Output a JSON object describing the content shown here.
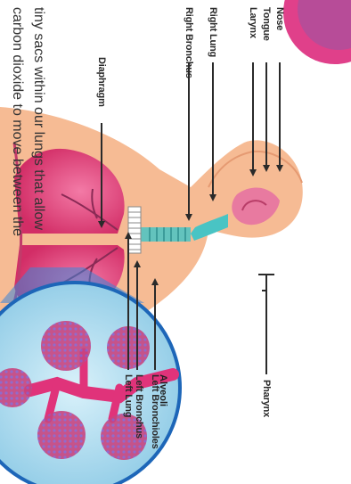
{
  "labels": {
    "nose": "Nose",
    "tongue": "Tongue",
    "larynx": "Larynx",
    "right_lung": "Right Lung",
    "right_bronchus": "Right Bronchus",
    "diaphragm": "Diaphragm",
    "pharynx": "Pharynx",
    "left_lung": "Left Lung",
    "left_bronchus": "Left Bronchus",
    "left_bronchioles": "Left Bronchioles"
  },
  "inset": {
    "title": "Alveoli"
  },
  "caption": {
    "line1": "tiny sacs within our lungs that allow",
    "line2": "carbon dioxide to move between the"
  },
  "colors": {
    "skin": "#f5b78e",
    "lung": "#e8447a",
    "airway": "#49c4c4",
    "inset_bg": "#b8e2f2",
    "alveoli": "#c0397a",
    "corner_blob": "#e0408a"
  }
}
